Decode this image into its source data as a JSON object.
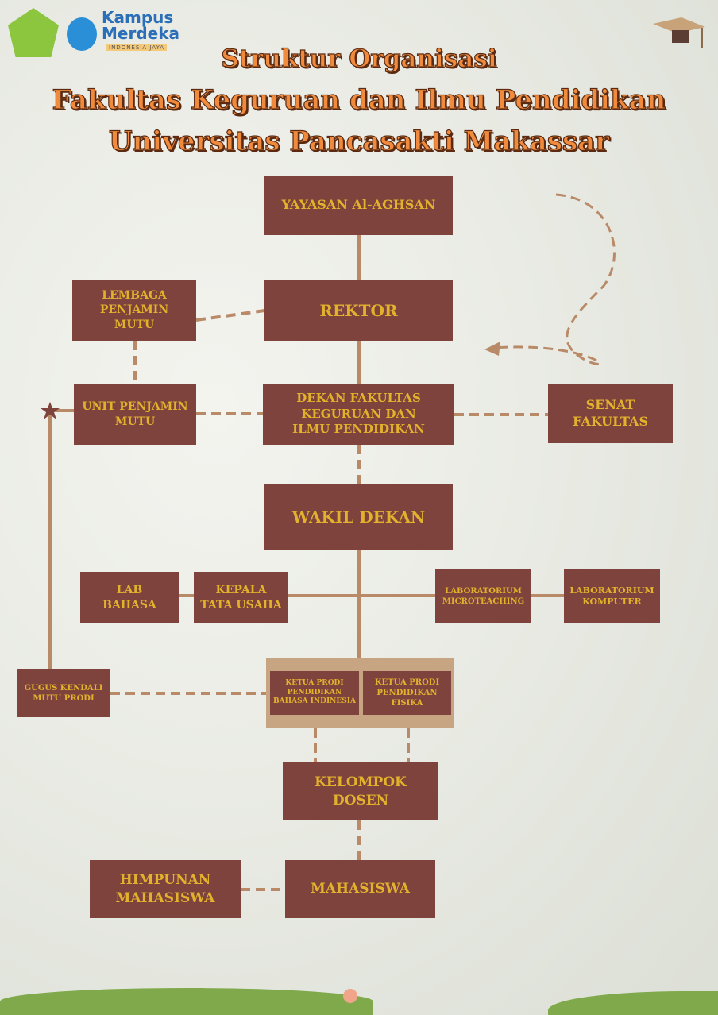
{
  "header": {
    "logo_text": "Kampus Merdeka",
    "logo_subtext": "INDONESIA JAYA",
    "title_line1": "Struktur Organisasi",
    "title_line2": "Fakultas Keguruan dan Ilmu Pendidikan",
    "title_line3": "Universitas Pancasakti Makassar"
  },
  "nodes": {
    "yayasan": "YAYASAN Al-AGHSAN",
    "rektor": "REKTOR",
    "lpm": "LEMBAGA PENJAMIN MUTU",
    "upm": "UNIT PENJAMIN MUTU",
    "dekan": "DEKAN FAKULTAS KEGURUAN DAN ILMU PENDIDIKAN",
    "senat": "SENAT FAKULTAS",
    "wakil_dekan": "WAKIL DEKAN",
    "lab_bahasa": "LAB BAHASA",
    "kepala_tu": "KEPALA TATA USAHA",
    "lab_micro": "LABORATORIUM MICROTEACHING",
    "lab_komputer": "LABORATORIUM KOMPUTER",
    "gugus": "GUGUS KENDALI MUTU PRODI",
    "prodi_bindo": "KETUA PRODI PENDIDIKAN BAHASA INDINESIA",
    "prodi_fisika": "KETUA PRODI PENDIDIKAN FISIKA",
    "kelompok_dosen": "KELOMPOK DOSEN",
    "mahasiswa": "MAHASISWA",
    "himpunan": "HIMPUNAN MAHASISWA"
  },
  "colors": {
    "box": "#7e433c",
    "text": "#e2b22d",
    "line": "#b98a68",
    "title": "#f08a3c"
  }
}
